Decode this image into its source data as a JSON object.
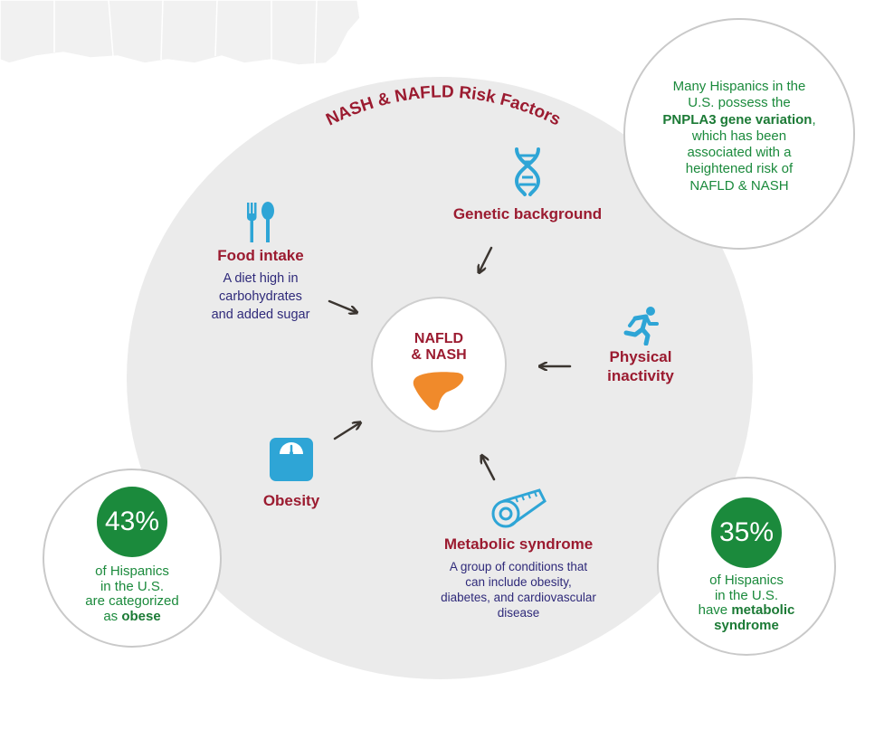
{
  "title": "NASH & NAFLD Risk Factors",
  "center": {
    "line1": "NAFLD",
    "line2": "& NASH",
    "icon": "liver-icon"
  },
  "factors": {
    "food": {
      "title": "Food intake",
      "desc1": "A diet high in",
      "desc2": "carbohydrates",
      "desc3": "and added sugar",
      "icon": "fork-spoon-icon"
    },
    "genetic": {
      "title": "Genetic background",
      "icon": "dna-icon"
    },
    "physical": {
      "title1": "Physical",
      "title2": "inactivity",
      "icon": "running-person-icon"
    },
    "obesity": {
      "title": "Obesity",
      "icon": "scale-icon"
    },
    "metabolic": {
      "title": "Metabolic syndrome",
      "desc1": "A group of conditions that",
      "desc2": "can include obesity,",
      "desc3": "diabetes, and cardiovascular",
      "desc4": "disease",
      "icon": "measuring-tape-icon"
    }
  },
  "gene_note": {
    "line1": "Many Hispanics in the",
    "line2": "U.S. possess the",
    "bold": "PNPLA3 gene variation",
    "comma": ",",
    "line4": "which has been",
    "line5": "associated with a",
    "line6": "heightened risk of",
    "line7": "NAFLD & NASH"
  },
  "stat_obese": {
    "value": "43%",
    "line1": "of Hispanics",
    "line2": "in the U.S.",
    "line3": "are categorized",
    "line4_pre": "as ",
    "line4_bold": "obese"
  },
  "stat_metabolic": {
    "value": "35%",
    "line1": "of Hispanics",
    "line2": "in the U.S.",
    "line3_pre": "have ",
    "line3_bold": "metabolic",
    "line4_bold": "syndrome"
  },
  "colors": {
    "heading": "#9b1b30",
    "desc": "#2f2a7a",
    "green": "#1b8a3c",
    "icon": "#2ea5d6",
    "liver": "#f08a2b",
    "circle": "#ebebeb"
  }
}
